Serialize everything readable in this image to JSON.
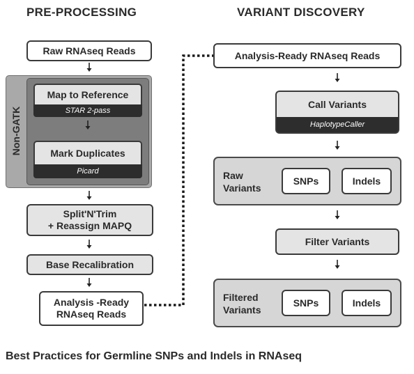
{
  "headings": {
    "left": "PRE-PROCESSING",
    "right": "VARIANT DISCOVERY"
  },
  "pre_processing": {
    "raw_reads": "Raw RNAseq Reads",
    "non_gatk_label": "Non-GATK",
    "map_to_reference": "Map to Reference",
    "map_tool": "STAR 2-pass",
    "mark_duplicates": "Mark Duplicates",
    "mark_tool": "Picard",
    "split_trim_line1": "Split'N'Trim",
    "split_trim_line2": "+ Reassign MAPQ",
    "base_recal": "Base Recalibration",
    "analysis_ready_line1": "Analysis -Ready",
    "analysis_ready_line2": "RNAseq Reads"
  },
  "variant_discovery": {
    "analysis_ready": "Analysis-Ready RNAseq Reads",
    "call_variants": "Call Variants",
    "call_tool": "HaplotypeCaller",
    "raw_label_line1": "Raw",
    "raw_label_line2": "Variants",
    "raw_snps": "SNPs",
    "raw_indels": "Indels",
    "filter_variants": "Filter Variants",
    "filtered_label_line1": "Filtered",
    "filtered_label_line2": "Variants",
    "filtered_snps": "SNPs",
    "filtered_indels": "Indels"
  },
  "caption": "Best Practices for Germline SNPs and Indels in RNAseq",
  "colors": {
    "box_border": "#3a3a3a",
    "grey_box": "#e4e4e4",
    "tool_bar": "#2d2d2d",
    "non_gatk_outer": "#a9a9a9",
    "non_gatk_inner": "#7d7d7d",
    "panel": "#d6d6d6"
  }
}
